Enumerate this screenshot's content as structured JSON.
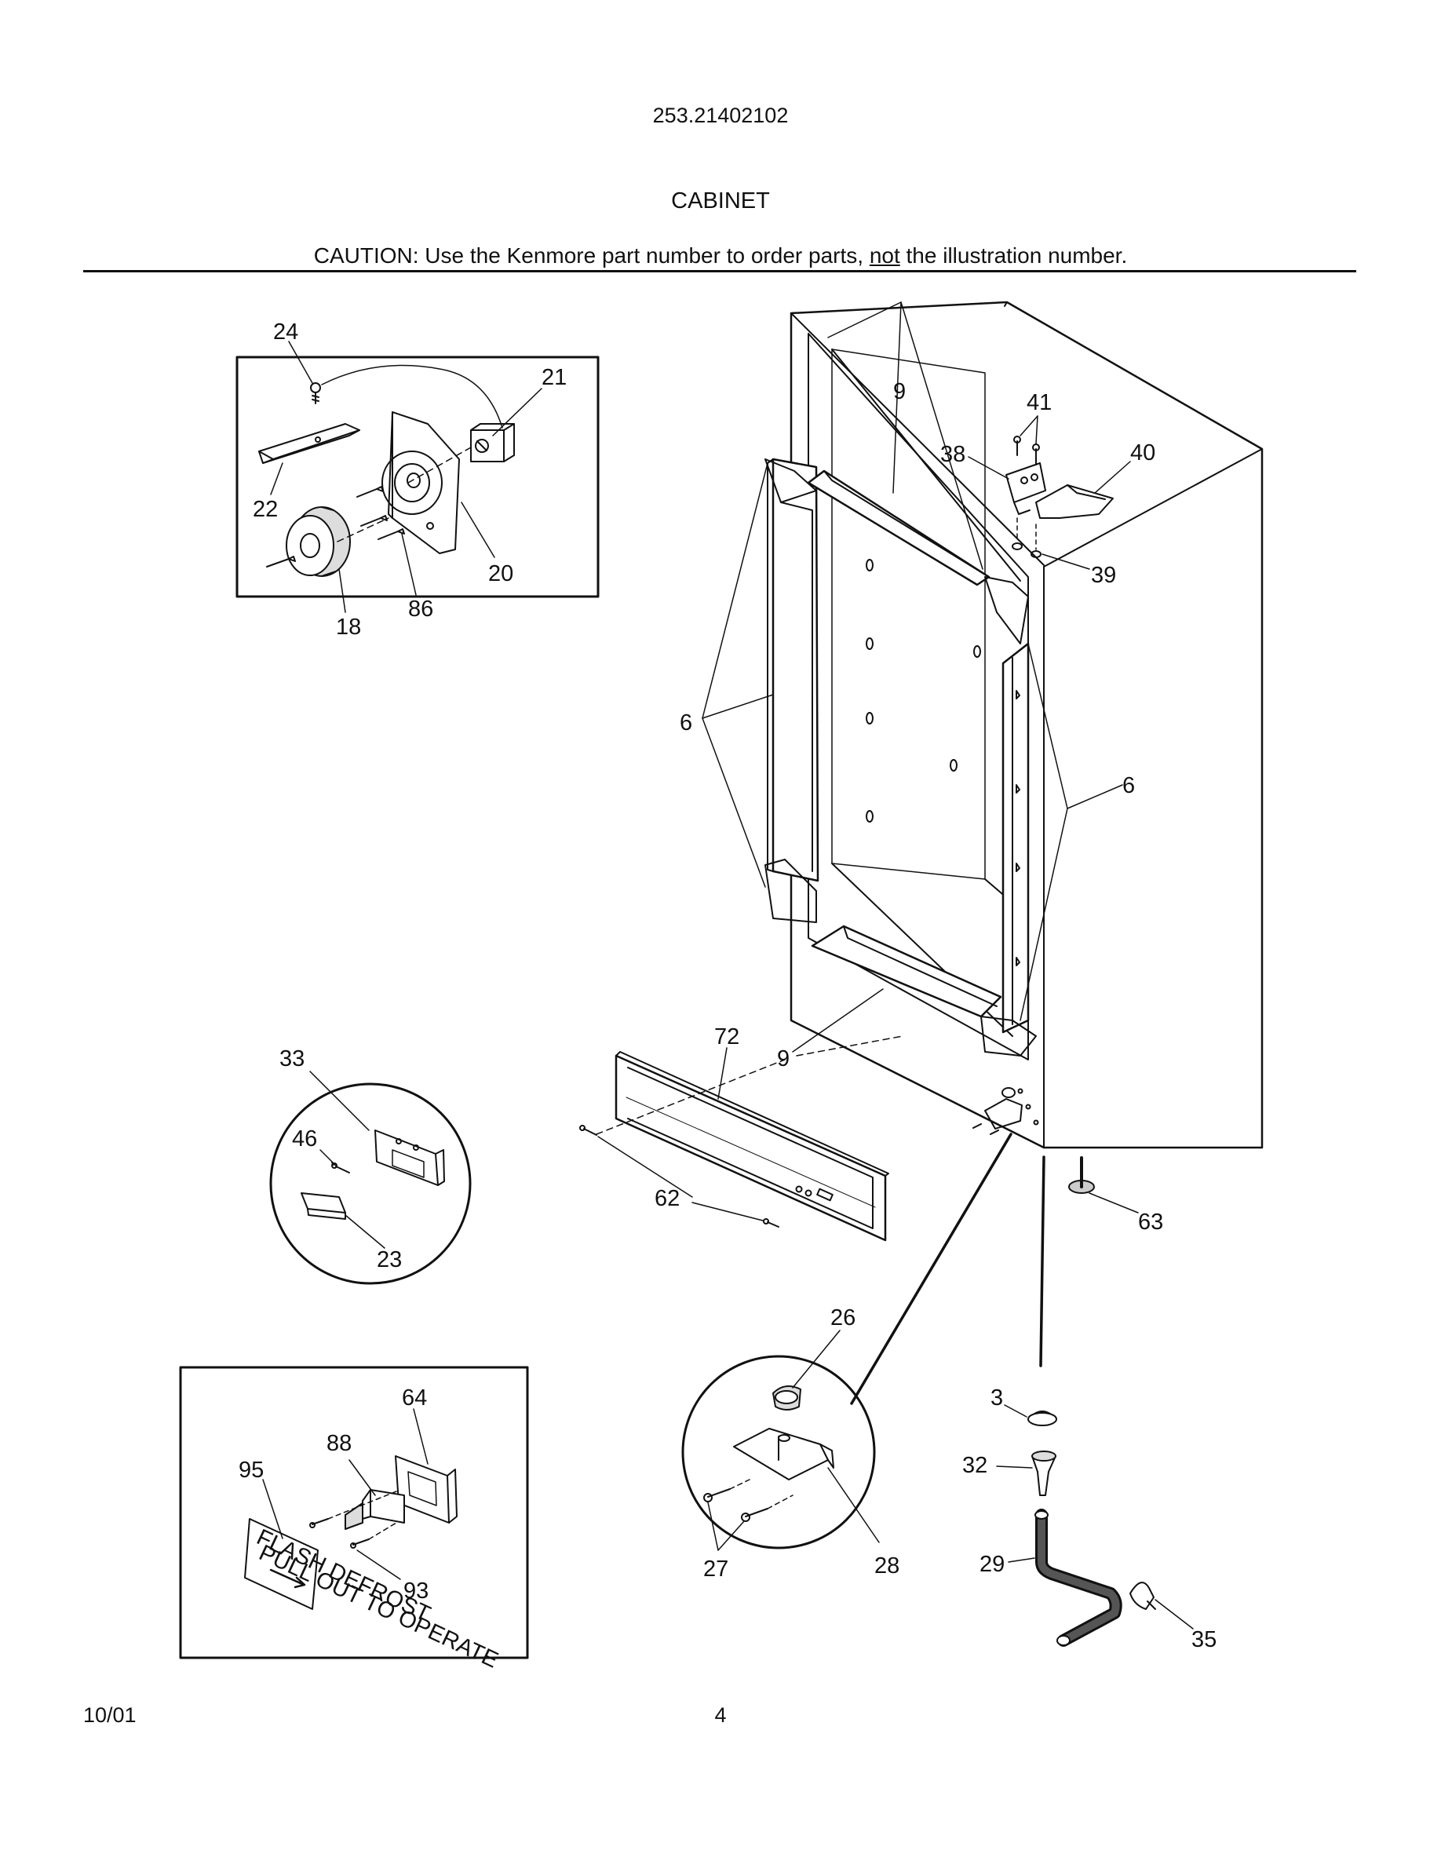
{
  "header": {
    "model_number": "253.21402102",
    "section_title": "CABINET",
    "caution_before": "CAUTION: Use the Kenmore part number to order parts, ",
    "caution_underlined": "not",
    "caution_after": " the illustration number."
  },
  "callouts": {
    "c24": "24",
    "c21": "21",
    "c22": "22",
    "c20": "20",
    "c18": "18",
    "c86": "86",
    "c9a": "9",
    "c41": "41",
    "c38": "38",
    "c40": "40",
    "c39": "39",
    "c6a": "6",
    "c6b": "6",
    "c72": "72",
    "c9b": "9",
    "c33": "33",
    "c46": "46",
    "c23": "23",
    "c62": "62",
    "c63": "63",
    "c26": "26",
    "c64": "64",
    "c88": "88",
    "c95": "95",
    "c93": "93",
    "c3": "3",
    "c32": "32",
    "c27": "27",
    "c28": "28",
    "c29": "29",
    "c35": "35"
  },
  "label_art": {
    "line1": "FLASH DEFROST",
    "line2": "PULL OUT TO OPERATE"
  },
  "footer": {
    "date": "10/01",
    "page_number": "4"
  }
}
